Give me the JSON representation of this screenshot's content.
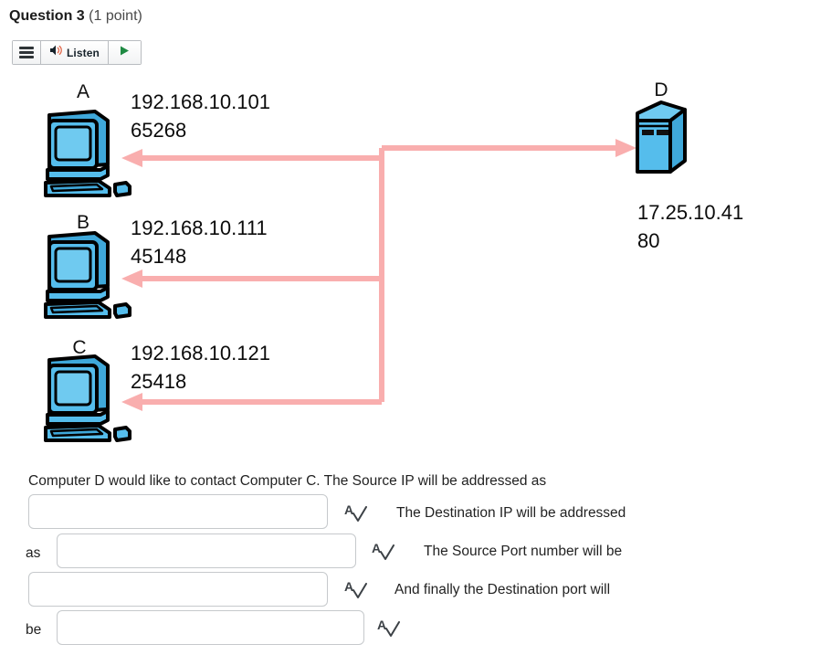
{
  "header": {
    "question_label": "Question 3",
    "points": "(1 point)",
    "toolbar": {
      "menu_icon": "hamburger-icon",
      "speaker_icon": "speaker-icon",
      "listen_label": "Listen",
      "play_icon": "play-triangle-icon"
    }
  },
  "diagram": {
    "nodes": [
      {
        "letter": "A",
        "icon": "desktop-computer-icon",
        "ip": "192.168.10.101",
        "port": "65268"
      },
      {
        "letter": "B",
        "icon": "desktop-computer-icon",
        "ip": "192.168.10.111",
        "port": "45148"
      },
      {
        "letter": "C",
        "icon": "desktop-computer-icon",
        "ip": "192.168.10.121",
        "port": "25418"
      },
      {
        "letter": "D",
        "icon": "server-tower-icon",
        "ip": "17.25.10.41",
        "port": "80"
      }
    ],
    "colors": {
      "arrow": "#f9aeae",
      "device_face": "#55bdec",
      "device_side": "#3fa8da",
      "device_outline": "#000000"
    }
  },
  "question": {
    "prompt": "Computer D would like to contact Computer C. The Source IP will be addressed as",
    "segment_2": "The Destination IP will be addressed",
    "word_as": "as",
    "segment_3": "The Source Port number will be",
    "segment_4": "And finally the Destination port will",
    "word_be": "be",
    "fields": [
      {
        "name": "source-ip-field",
        "value": "",
        "placeholder": ""
      },
      {
        "name": "destination-ip-field",
        "value": "",
        "placeholder": ""
      },
      {
        "name": "source-port-field",
        "value": "",
        "placeholder": ""
      },
      {
        "name": "destination-port-field",
        "value": "",
        "placeholder": ""
      }
    ],
    "spell_icon": "spellcheck-icon"
  }
}
